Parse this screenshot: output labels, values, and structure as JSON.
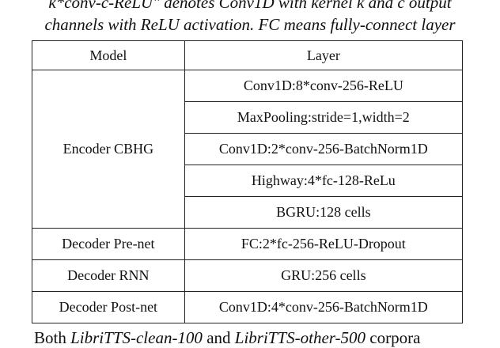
{
  "caption": {
    "line1": "k*conv-c-ReLU\" denotes Conv1D with kernel k and c output",
    "line2": "channels with ReLU activation. FC means fully-connect layer"
  },
  "table": {
    "headers": [
      "Model",
      "Layer"
    ],
    "groups": [
      {
        "model": "Encoder CBHG",
        "layers": [
          "Conv1D:8*conv-256-ReLU",
          "MaxPooling:stride=1,width=2",
          "Conv1D:2*conv-256-BatchNorm1D",
          "Highway:4*fc-128-ReLu",
          "BGRU:128 cells"
        ]
      },
      {
        "model": "Decoder Pre-net",
        "layers": [
          "FC:2*fc-256-ReLU-Dropout"
        ]
      },
      {
        "model": "Decoder RNN",
        "layers": [
          "GRU:256 cells"
        ]
      },
      {
        "model": "Decoder Post-net",
        "layers": [
          "Conv1D:4*conv-256-BatchNorm1D"
        ]
      }
    ]
  },
  "body_text": {
    "prefix": "Both ",
    "corpus1": "LibriTTS-clean-100",
    "middle": " and ",
    "corpus2": "LibriTTS-other-500",
    "suffix": " corpora"
  }
}
